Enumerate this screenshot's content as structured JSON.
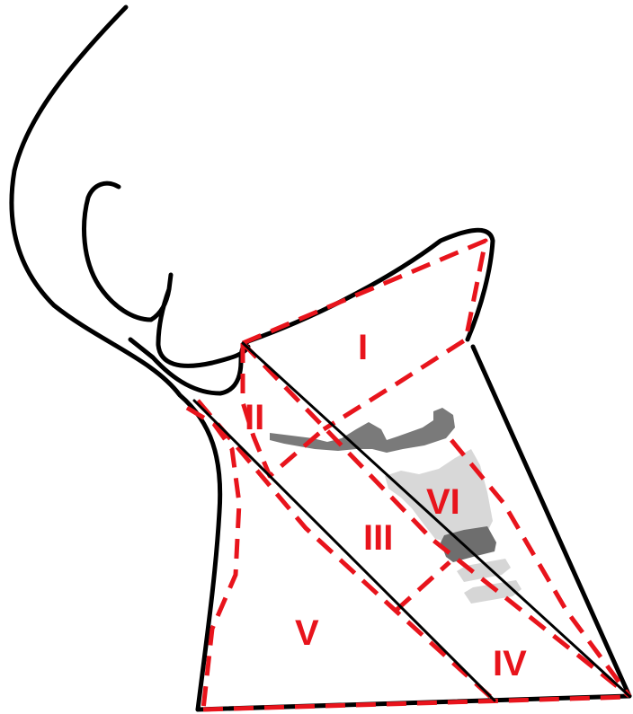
{
  "diagram": {
    "levels": {
      "I": "I",
      "II": "II",
      "III": "III",
      "IV": "IV",
      "V": "V",
      "VI": "VI"
    },
    "colors": {
      "outline": "#000000",
      "boundary": "#e8141c",
      "label": "#e8141c",
      "hyoid": "#7a7a7a",
      "thyroid": "#d8d8d8",
      "cricoid": "#6e6e6e",
      "trachea": "#d6d6d6"
    }
  }
}
